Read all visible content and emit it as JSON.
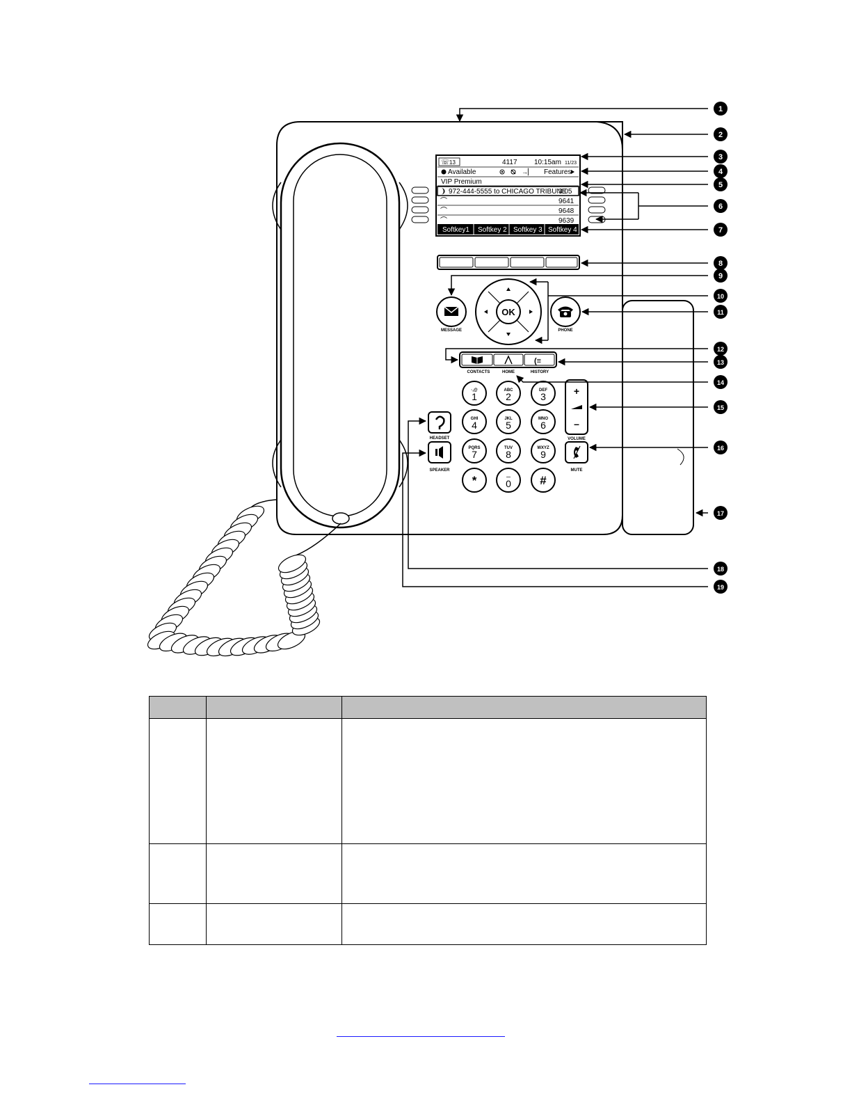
{
  "screen": {
    "status_line": {
      "icon_count": "13",
      "extension": "4117",
      "time": "10:15am",
      "date": "11/23"
    },
    "presence": "Available",
    "features": "Features",
    "title": "VIP Premium",
    "lines": [
      {
        "label": "972-444-5555   to CHICAGO TRIBUNE",
        "value": "3:05"
      },
      {
        "label": "",
        "value": "9641"
      },
      {
        "label": "",
        "value": "9648"
      },
      {
        "label": "",
        "value": "9639"
      }
    ],
    "softkeys": [
      "Softkey1",
      "Softkey 2",
      "Softkey 3",
      "Softkey 4"
    ]
  },
  "buttons": {
    "message": "MESSAGE",
    "ok": "OK",
    "phone": "PHONE",
    "contacts": "CONTACTS",
    "home": "HOME",
    "history": "HISTORY",
    "volume": "VOLUME",
    "volume_plus": "+",
    "volume_minus": "–",
    "headset": "HEADSET",
    "speaker": "SPEAKER",
    "mute": "MUTE"
  },
  "keypad": [
    {
      "num": "1",
      "letters": "·,@"
    },
    {
      "num": "2",
      "letters": "ABC"
    },
    {
      "num": "3",
      "letters": "DEF"
    },
    {
      "num": "4",
      "letters": "GHI"
    },
    {
      "num": "5",
      "letters": "JKL"
    },
    {
      "num": "6",
      "letters": "MNO"
    },
    {
      "num": "7",
      "letters": "PQRS"
    },
    {
      "num": "8",
      "letters": "TUV"
    },
    {
      "num": "9",
      "letters": "WXYZ"
    },
    {
      "num": "*",
      "letters": ""
    },
    {
      "num": "0",
      "letters": "—"
    },
    {
      "num": "#",
      "letters": ""
    }
  ],
  "callouts": [
    "1",
    "2",
    "3",
    "4",
    "5",
    "6",
    "7",
    "8",
    "9",
    "10",
    "11",
    "12",
    "13",
    "14",
    "15",
    "16",
    "17",
    "18",
    "19"
  ],
  "colors": {
    "line": "#000000",
    "body_fill": "#ffffff",
    "table_header": "#c0c0c0",
    "link": "#1a1aff"
  }
}
